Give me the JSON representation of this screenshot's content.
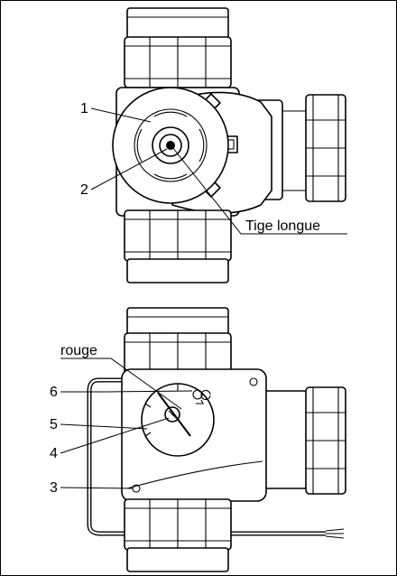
{
  "figure": {
    "top_view": {
      "callouts": [
        {
          "id": "1",
          "text": "1"
        },
        {
          "id": "2",
          "text": "2"
        }
      ],
      "stem_label": "Tige longue"
    },
    "bottom_view": {
      "color_label": "rouge",
      "callouts": [
        {
          "id": "6",
          "text": "6"
        },
        {
          "id": "5",
          "text": "5"
        },
        {
          "id": "4",
          "text": "4"
        },
        {
          "id": "3",
          "text": "3"
        }
      ]
    }
  }
}
